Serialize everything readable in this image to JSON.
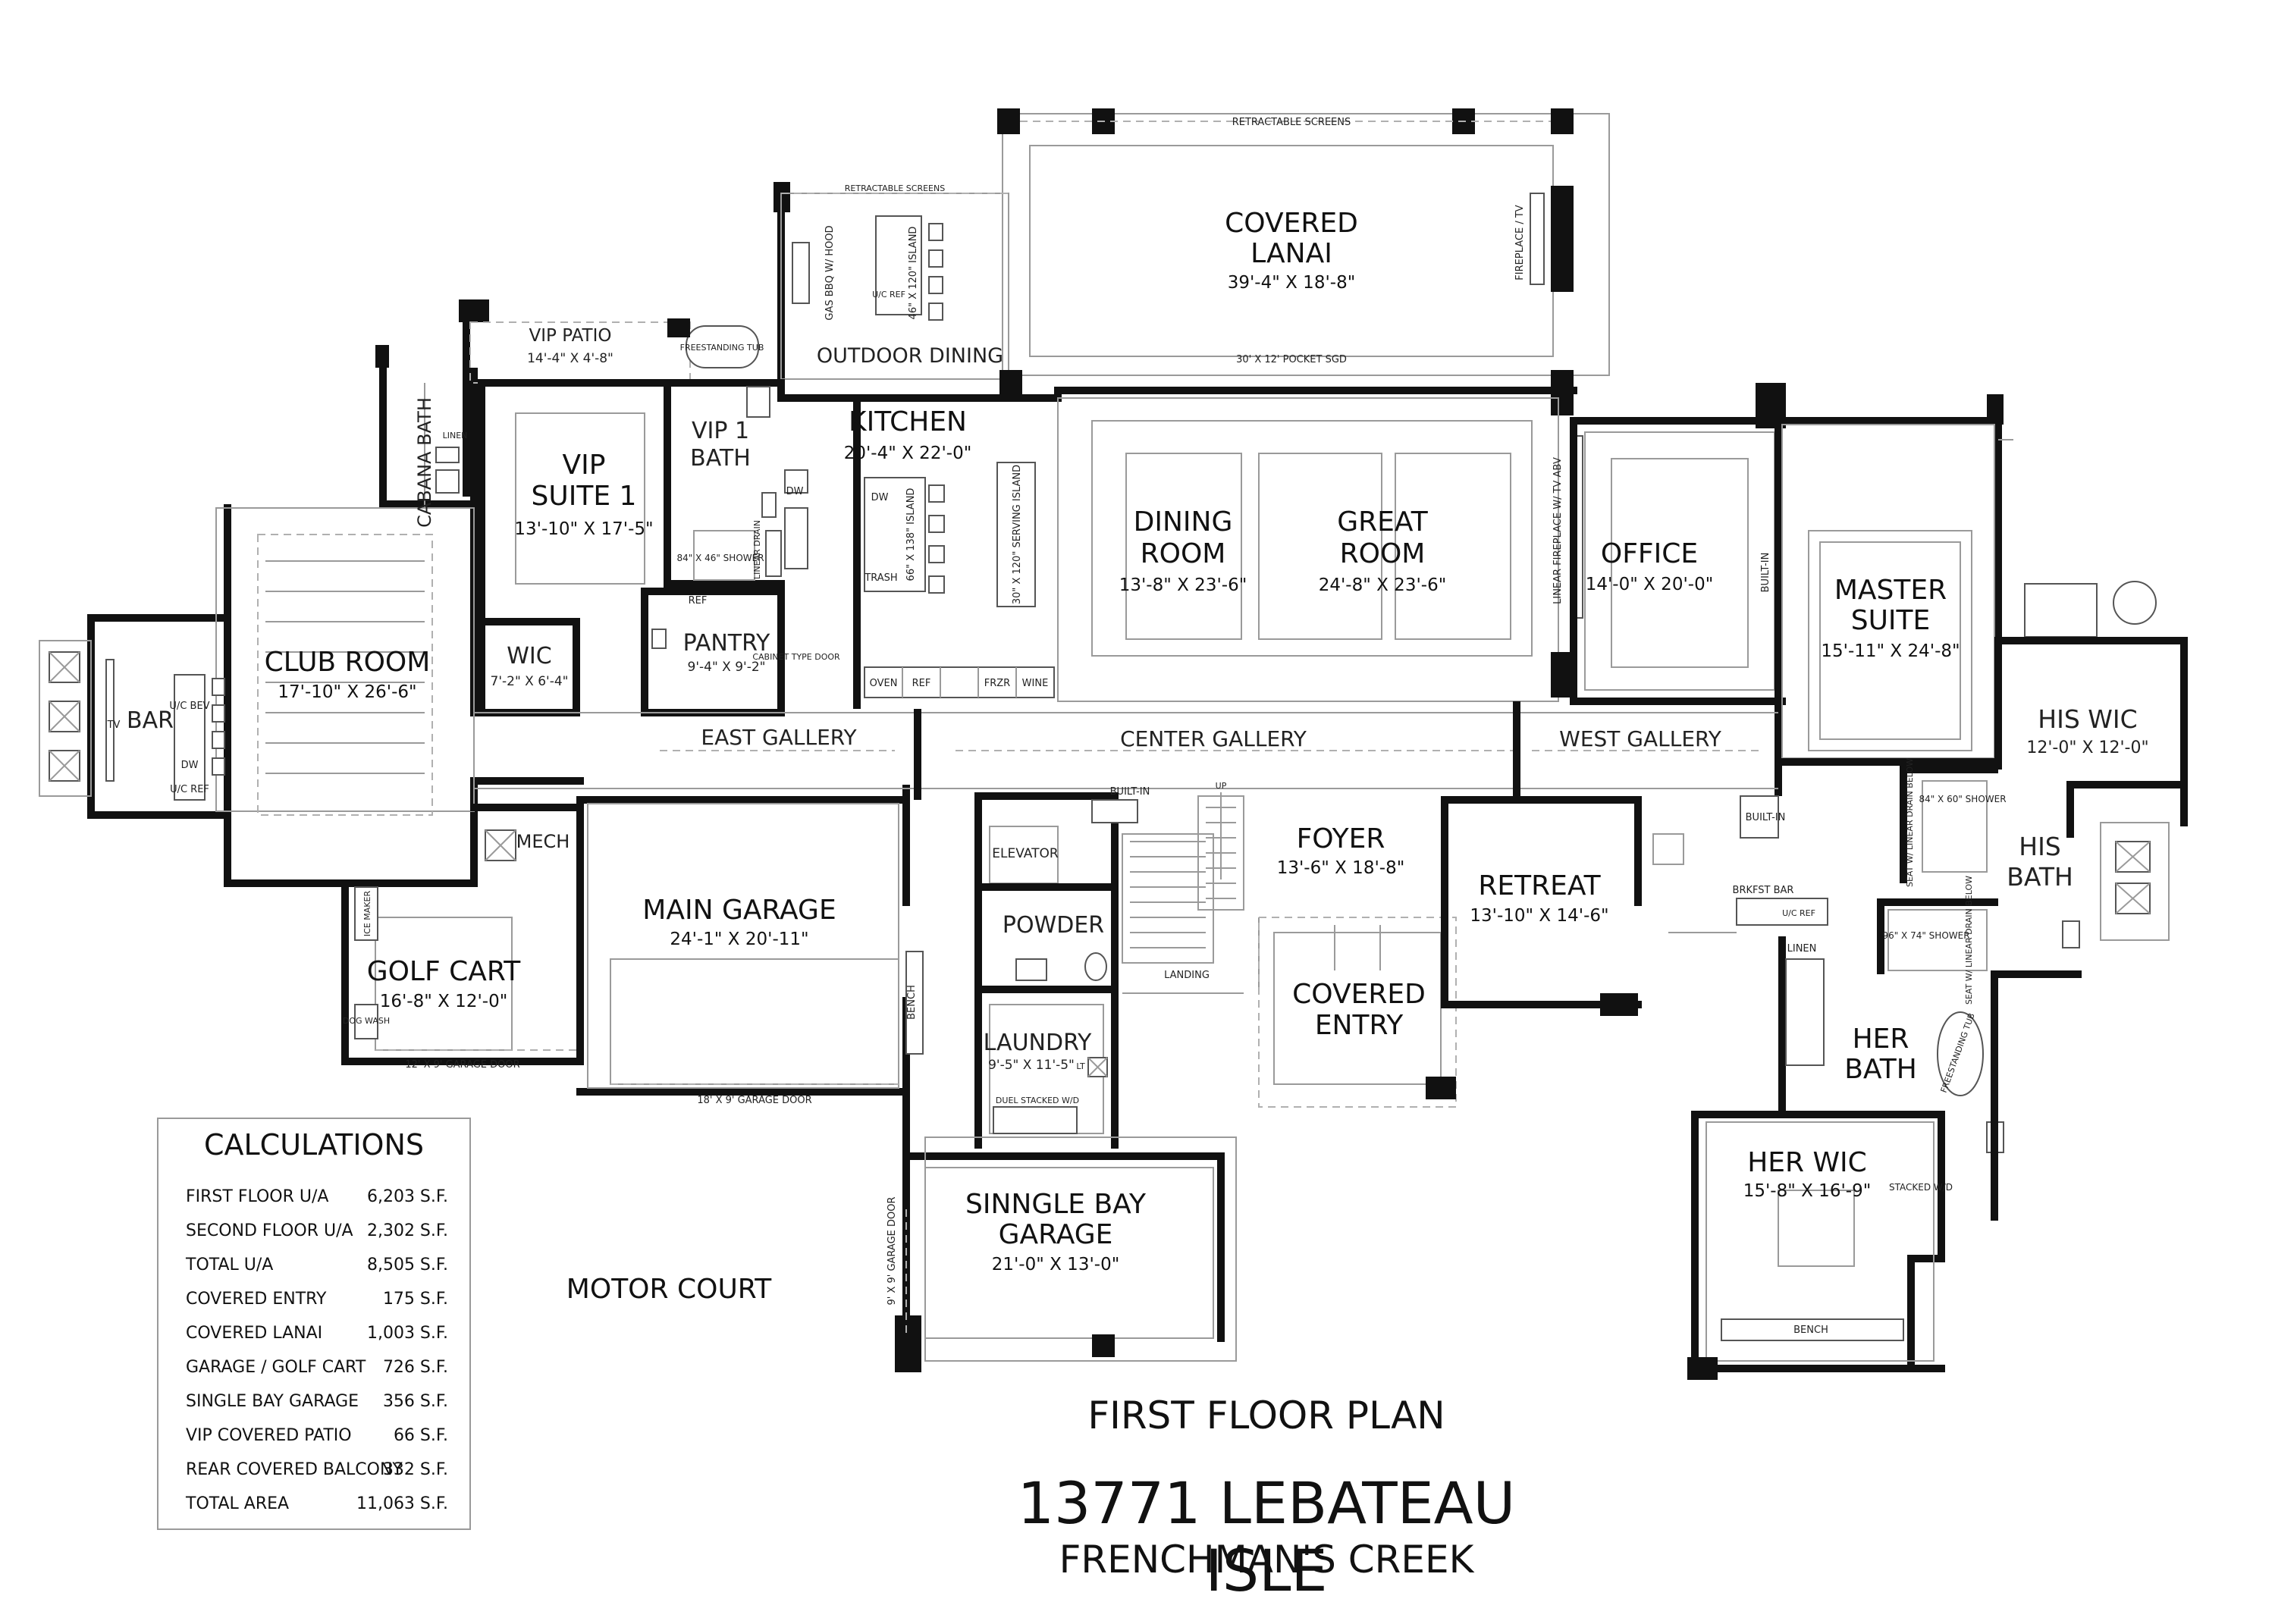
{
  "sheet_title": "FIRST FLOOR PLAN",
  "address": "13771 LEBATEAU ISLE",
  "community": "FRENCHMAN'S CREEK",
  "rooms": {
    "covered_lanai": {
      "name_1": "COVERED",
      "name_2": "LANAI",
      "dims": "39'-4\" X 18'-8\""
    },
    "outdoor_dining": {
      "name": "OUTDOOR DINING"
    },
    "vip_patio": {
      "name": "VIP PATIO",
      "dims": "14'-4\" X 4'-8\""
    },
    "cabana_bath": {
      "name": "CABANA BATH"
    },
    "vip_suite_1": {
      "name_1": "VIP",
      "name_2": "SUITE 1",
      "dims": "13'-10\" X 17'-5\""
    },
    "vip_1_bath": {
      "name_1": "VIP 1",
      "name_2": "BATH"
    },
    "kitchen": {
      "name": "KITCHEN",
      "dims": "20'-4\" X 22'-0\""
    },
    "dining_room": {
      "name_1": "DINING",
      "name_2": "ROOM",
      "dims": "13'-8\" X 23'-6\""
    },
    "great_room": {
      "name_1": "GREAT",
      "name_2": "ROOM",
      "dims": "24'-8\" X 23'-6\""
    },
    "office": {
      "name": "OFFICE",
      "dims": "14'-0\" X 20'-0\""
    },
    "master_suite": {
      "name_1": "MASTER",
      "name_2": "SUITE",
      "dims": "15'-11\" X 24'-8\""
    },
    "club_room": {
      "name": "CLUB ROOM",
      "dims": "17'-10\" X 26'-6\""
    },
    "bar": {
      "name": "BAR"
    },
    "wic": {
      "name": "WIC",
      "dims": "7'-2\" X 6'-4\""
    },
    "pantry": {
      "name": "PANTRY",
      "dims": "9'-4\" X 9'-2\""
    },
    "east_gallery": {
      "name": "EAST GALLERY"
    },
    "center_gallery": {
      "name": "CENTER GALLERY"
    },
    "west_gallery": {
      "name": "WEST GALLERY"
    },
    "his_wic": {
      "name": "HIS WIC",
      "dims": "12'-0\" X 12'-0\""
    },
    "his_bath": {
      "name_1": "HIS",
      "name_2": "BATH"
    },
    "mech": {
      "name": "MECH"
    },
    "main_garage": {
      "name": "MAIN GARAGE",
      "dims": "24'-1\" X 20'-11\""
    },
    "golf_cart": {
      "name": "GOLF CART",
      "dims": "16'-8\" X 12'-0\""
    },
    "elevator": {
      "name": "ELEVATOR"
    },
    "powder": {
      "name": "POWDER"
    },
    "foyer": {
      "name": "FOYER",
      "dims": "13'-6\" X 18'-8\""
    },
    "retreat": {
      "name": "RETREAT",
      "dims": "13'-10\" X 14'-6\""
    },
    "covered_entry": {
      "name_1": "COVERED",
      "name_2": "ENTRY"
    },
    "laundry": {
      "name": "LAUNDRY",
      "dims": "9'-5\" X 11'-5\""
    },
    "her_bath": {
      "name_1": "HER",
      "name_2": "BATH"
    },
    "her_wic": {
      "name": "HER WIC",
      "dims": "15'-8\" X 16'-9\""
    },
    "single_bay_garage": {
      "name_1": "SINNGLE BAY",
      "name_2": "GARAGE",
      "dims": "21'-0\" X 13'-0\""
    },
    "motor_court": {
      "name": "MOTOR COURT"
    }
  },
  "notes": {
    "retractable_screens": "RETRACTABLE SCREENS",
    "pocket_sgd": "30' X 12' POCKET SGD",
    "fireplace_tv": "FIREPLACE / TV",
    "gas_bbq": "GAS BBQ W/ HOOD",
    "island_outdoor": "46\" X 120\" ISLAND",
    "uc_ref": "U/C REF",
    "freestanding_tub": "FREESTANDING TUB",
    "linen": "LINEN",
    "shower_84x46": "84\" X 46\" SHOWER",
    "linear_drain": "LINEAR DRAIN",
    "dw": "DW",
    "island_kitchen": "66\" X 138\" ISLAND",
    "serving_island": "30\" X 120\" SERVING ISLAND",
    "trash": "TRASH",
    "oven": "OVEN",
    "ref": "REF",
    "frzr": "FRZR",
    "wine": "WINE",
    "cabinet_type_door": "CABINET TYPE DOOR",
    "linear_fireplace": "LINEAR FIREPLACE W/ TV ABV",
    "built_in": "BUILT-IN",
    "tv": "TV",
    "uc_bev": "U/C BEV",
    "ice_maker": "ICE MAKER",
    "dog_wash": "DOG WASH",
    "garage_door_12": "12' X 9' GARAGE DOOR",
    "garage_door_18": "18' X 9' GARAGE DOOR",
    "garage_door_9": "9' X 9' GARAGE DOOR",
    "bench": "BENCH",
    "up": "UP",
    "landing": "LANDING",
    "brkfst_bar": "BRKFST BAR",
    "shower_84x60": "84\" X 60\" SHOWER",
    "seat_drain": "SEAT W/ LINEAR DRAIN BELOW",
    "shower_96x74": "96\" X 74\" SHOWER",
    "stacked_wd": "STACKED W/D",
    "duel_stacked": "DUEL STACKED W/D",
    "lt": "LT"
  },
  "calculations": {
    "title": "CALCULATIONS",
    "rows": [
      {
        "label": "FIRST FLOOR U/A",
        "value": "6,203 S.F."
      },
      {
        "label": "SECOND FLOOR U/A",
        "value": "2,302 S.F."
      },
      {
        "label": "TOTAL U/A",
        "value": "8,505 S.F."
      },
      {
        "label": "COVERED ENTRY",
        "value": "175 S.F."
      },
      {
        "label": "COVERED LANAI",
        "value": "1,003 S.F."
      },
      {
        "label": "GARAGE / GOLF CART",
        "value": "726 S.F."
      },
      {
        "label": "SINGLE BAY GARAGE",
        "value": "356 S.F."
      },
      {
        "label": "VIP COVERED PATIO",
        "value": "66 S.F."
      },
      {
        "label": "REAR COVERED BALCONY",
        "value": "332 S.F."
      },
      {
        "label": "TOTAL AREA",
        "value": "11,063 S.F."
      }
    ]
  }
}
